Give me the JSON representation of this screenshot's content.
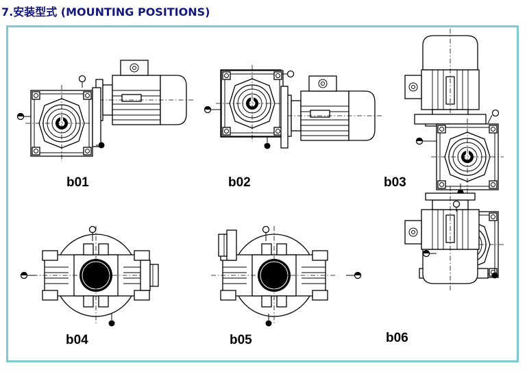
{
  "title": "7.安装型式 (MOUNTING POSITIONS)",
  "positions": [
    {
      "label": "b01"
    },
    {
      "label": "b02"
    },
    {
      "label": "b03"
    },
    {
      "label": "b04"
    },
    {
      "label": "b05"
    },
    {
      "label": "b06"
    }
  ],
  "colors": {
    "title": "#14187a",
    "frame": "#7ec9cf",
    "line": "#000000"
  }
}
